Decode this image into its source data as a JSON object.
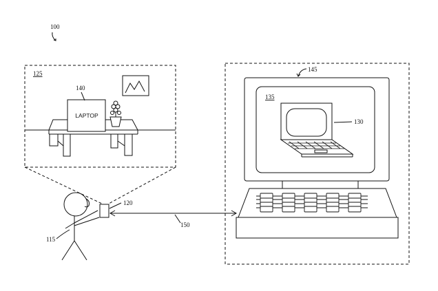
{
  "figure": {
    "refs": {
      "system": "100",
      "scene": "125",
      "camera": "120",
      "user": "115",
      "laptop_in_scene": "140",
      "computer": "145",
      "display_area": "135",
      "rendered_laptop": "130",
      "connection": "150"
    },
    "laptop_label": "LAPTOP"
  }
}
